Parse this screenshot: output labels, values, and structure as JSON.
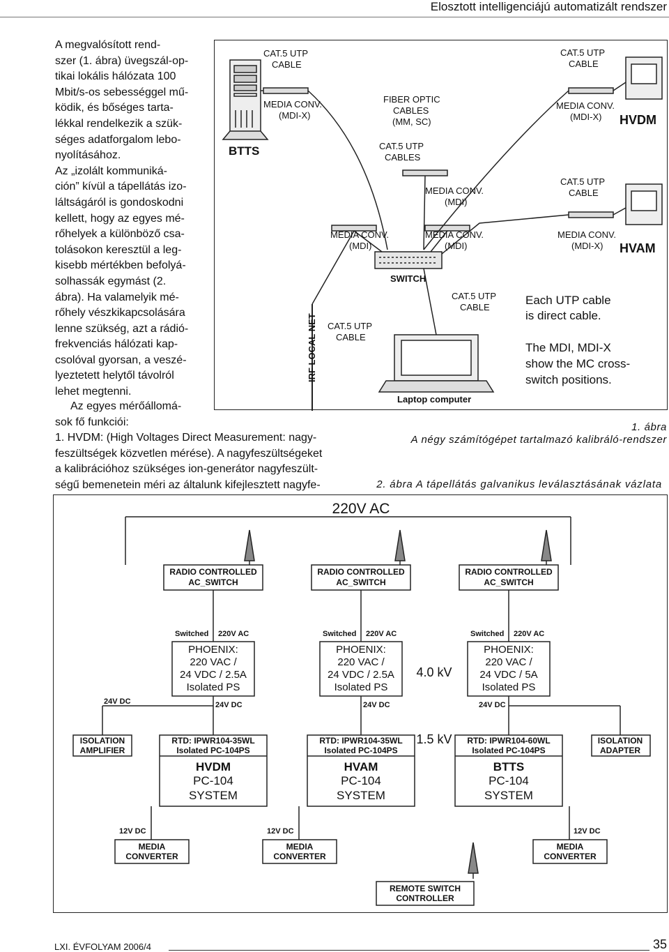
{
  "header": {
    "title": "Elosztott intelligenciájú automatizált rendszer"
  },
  "col_text": {
    "p1_lines": [
      "A megvalósított rend-",
      "szer (1. ábra) üvegszál-op-",
      "tikai lokális hálózata 100",
      "Mbit/s-os sebességgel mű-",
      "ködik, és bőséges tarta-",
      "lékkal rendelkezik a szük-",
      "séges adatforgalom lebo-",
      "nyolításához."
    ],
    "p2_lines": [
      "Az „izolált kommuniká-",
      "ción” kívül a tápellátás izo-",
      "láltságáról is gondoskodni",
      "kellett, hogy az egyes mé-",
      "rőhelyek a különböző csa-",
      "tolásokon keresztül a leg-",
      "kisebb mértékben befolyá-",
      "solhassák egymást (2.",
      "ábra). Ha valamelyik mé-",
      "rőhely vészkikapcsolására",
      "lenne szükség, azt a rádió-",
      "frekvenciás hálózati kap-",
      "csolóval gyorsan, a veszé-",
      "lyeztetett helytől távolról",
      "lehet megtenni."
    ],
    "p3_lines": [
      "Az egyes mérőállomá-",
      "sok fő funkciói:"
    ]
  },
  "wide_text": {
    "lines": [
      "1. HVDM: (High Voltages Direct Measurement: nagy-",
      "feszültségek közvetlen mérése). A nagyfeszültségeket",
      "a kalibrációhoz szükséges ion-generátor nagyfeszült-",
      "ségű bemenetein méri az általunk kifejlesztett nagyfe-"
    ]
  },
  "fig1": {
    "labels": {
      "btts": "BTTS",
      "cat5_left": [
        "CAT.5 UTP",
        "CABLE"
      ],
      "mc_left": [
        "MEDIA CONV.",
        "(MDI-X)"
      ],
      "fiber": [
        "FIBER OPTIC",
        "CABLES",
        "(MM, SC)"
      ],
      "cat5_cables": [
        "CAT.5 UTP",
        "CABLES"
      ],
      "mc_mid": [
        "MEDIA CONV.",
        "(MDI)"
      ],
      "mc_sw_left": [
        "MEDIA CONV.",
        "(MDI)"
      ],
      "mc_sw_right": [
        "MEDIA CONV.",
        "(MDI)"
      ],
      "switch": "SWITCH",
      "cat5_top_right": [
        "CAT.5 UTP",
        "CABLE"
      ],
      "mc_top_right": [
        "MEDIA CONV.",
        "(MDI-X)"
      ],
      "hvdm": "HVDM",
      "cat5_mid_right": [
        "CAT.5 UTP",
        "CABLE"
      ],
      "mc_bot_right": [
        "MEDIA CONV.",
        "(MDI-X)"
      ],
      "hvam": "HVAM",
      "cat5_laptop": [
        "CAT.5 UTP",
        "CABLE"
      ],
      "cat5_irf": [
        "CAT.5 UTP",
        "CABLE"
      ],
      "irf": "IRF LOCAL NET",
      "laptop": "Laptop computer",
      "note1": [
        "Each UTP cable",
        "is direct cable."
      ],
      "note2": [
        "The MDI, MDI-X",
        "show the MC cross-",
        "switch positions."
      ]
    }
  },
  "captions": {
    "fig1_num": "1. ábra",
    "fig1_text": "A négy számítógépet tartalmazó kalibráló-rendszer",
    "fig2": "2. ábra  A tápellátás galvanikus leválasztásának vázlata"
  },
  "fig2": {
    "title": "220V AC",
    "rc_switch": [
      "RADIO CONTROLLED",
      "AC_SWITCH"
    ],
    "switched": "Switched",
    "ac": "220V AC",
    "phoenix": [
      [
        "PHOENIX:",
        "220 VAC /",
        "24 VDC / 2.5A",
        "Isolated PS"
      ],
      [
        "PHOENIX:",
        "220 VAC /",
        "24 VDC / 2.5A",
        "Isolated PS"
      ],
      [
        "PHOENIX:",
        "220 VAC /",
        "24 VDC / 5A",
        "Isolated PS"
      ]
    ],
    "kv4": "4.0 kV",
    "kv15": "1.5 kV",
    "dc24": "24V DC",
    "dc12": "12V DC",
    "iso_amp": [
      "ISOLATION",
      "AMPLIFIER"
    ],
    "iso_adapt": [
      "ISOLATION",
      "ADAPTER"
    ],
    "rtd": [
      [
        "RTD: IPWR104-35WL",
        "Isolated PC-104PS"
      ],
      [
        "RTD: IPWR104-35WL",
        "Isolated PC-104PS"
      ],
      [
        "RTD: IPWR104-60WL",
        "Isolated PC-104PS"
      ]
    ],
    "systems": [
      [
        "HVDM",
        "PC-104",
        "SYSTEM"
      ],
      [
        "HVAM",
        "PC-104",
        "SYSTEM"
      ],
      [
        "BTTS",
        "PC-104",
        "SYSTEM"
      ]
    ],
    "media": [
      "MEDIA",
      "CONVERTER"
    ],
    "remote": [
      "REMOTE SWITCH",
      "CONTROLLER"
    ]
  },
  "footer": {
    "left": "LXI. ÉVFOLYAM 2006/4",
    "page": "35"
  }
}
